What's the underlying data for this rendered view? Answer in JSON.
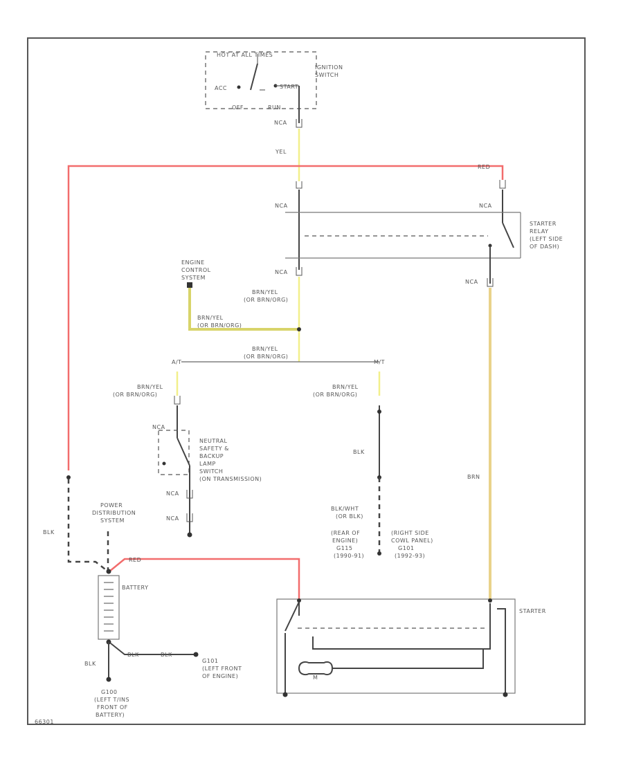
{
  "labels": {
    "hot_in": "HOT AT ALL TIMES",
    "ignition_switch": [
      "IGNITION",
      "SWITCH"
    ],
    "acc": "ACC",
    "start": "START",
    "off": "OFF",
    "run": "RUN",
    "nca_top": "NCA",
    "yel": "YEL",
    "red_top": "RED",
    "nca_relay_left": "NCA",
    "nca_relay_right": "NCA",
    "starter_relay": [
      "STARTER",
      "RELAY",
      "(LEFT SIDE",
      "OF DASH)"
    ],
    "nca_relay_bottom": "NCA",
    "nca_relay_out": "NCA",
    "engine_control": [
      "ENGINE",
      "CONTROL",
      "SYSTEM"
    ],
    "brn_yel_1": [
      "BRN/YEL",
      "(OR BRN/ORG)"
    ],
    "brn_yel_2": [
      "BRN/YEL",
      "(OR BRN/ORG)"
    ],
    "brn_yel_3": [
      "BRN/YEL",
      "(OR BRN/ORG)"
    ],
    "at": "A/T",
    "mt": "M/T",
    "brn_yel_left": [
      "BRN/YEL",
      "(OR BRN/ORG)"
    ],
    "brn_yel_right": [
      "BRN/YEL",
      "(OR BRN/ORG)"
    ],
    "nca_switch": "NCA",
    "neutral_switch": [
      "NEUTRAL",
      "SAFETY &",
      "BACKUP",
      "LAMP",
      "SWITCH",
      "(ON TRANSMISSION)"
    ],
    "nca_a": "NCA",
    "nca_b": "NCA",
    "blk_mid": "BLK",
    "blk_wht": [
      "BLK/WHT",
      "(OR BLK)"
    ],
    "rear_engine": [
      "(REAR OF",
      "ENGINE)",
      "G115",
      "(1990-91)"
    ],
    "right_cowl": [
      "(RIGHT SIDE",
      "COWL PANEL)",
      "G101",
      "(1992-93)"
    ],
    "brn": "BRN",
    "power_dist": [
      "POWER",
      "DISTRIBUTION",
      "SYSTEM"
    ],
    "blk_left": "BLK",
    "red_bottom": "RED",
    "battery": "BATTERY",
    "starter": "STARTER",
    "m": "M",
    "blk_bottom": "BLK",
    "blk_b": "BLK",
    "blk_c": "BLK",
    "g101_front": [
      "G101",
      "(LEFT FRONT",
      "OF ENGINE)"
    ],
    "g100": [
      "G100",
      "(LEFT T/INS",
      "FRONT OF",
      "BATTERY)"
    ],
    "code": "66301"
  },
  "colors": {
    "red_wire": "#f26c6c",
    "yellow_wire": "#f2ef8a",
    "brown_wire": "#e9d28a",
    "brn_yel_wire": "#d8d46a"
  }
}
